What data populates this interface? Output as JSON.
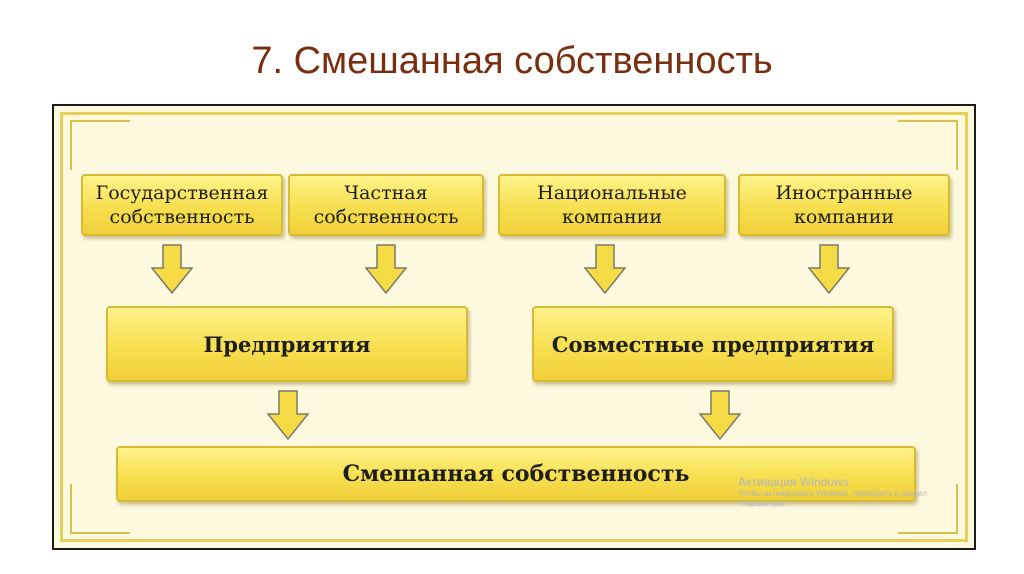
{
  "title": "7. Смешанная собственность",
  "diagram": {
    "top_boxes": [
      {
        "line1": "Государственная",
        "line2": "собственность"
      },
      {
        "line1": "Частная",
        "line2": "собственность"
      },
      {
        "line1": "Национальные",
        "line2": "компании"
      },
      {
        "line1": "Иностранные",
        "line2": "компании"
      }
    ],
    "middle_boxes": [
      {
        "label": "Предприятия"
      },
      {
        "label": "Совместные предприятия"
      }
    ],
    "bottom_box": {
      "label": "Смешанная собственность"
    },
    "colors": {
      "box_fill": "#f7df4f",
      "box_border": "#d8bb34",
      "background": "#fcf9df",
      "title": "#7a2e10"
    }
  },
  "watermark": {
    "title": "Активация Windows",
    "subtitle": "Чтобы активировать Windows, перейдите в раздел \"Параметры\"."
  }
}
